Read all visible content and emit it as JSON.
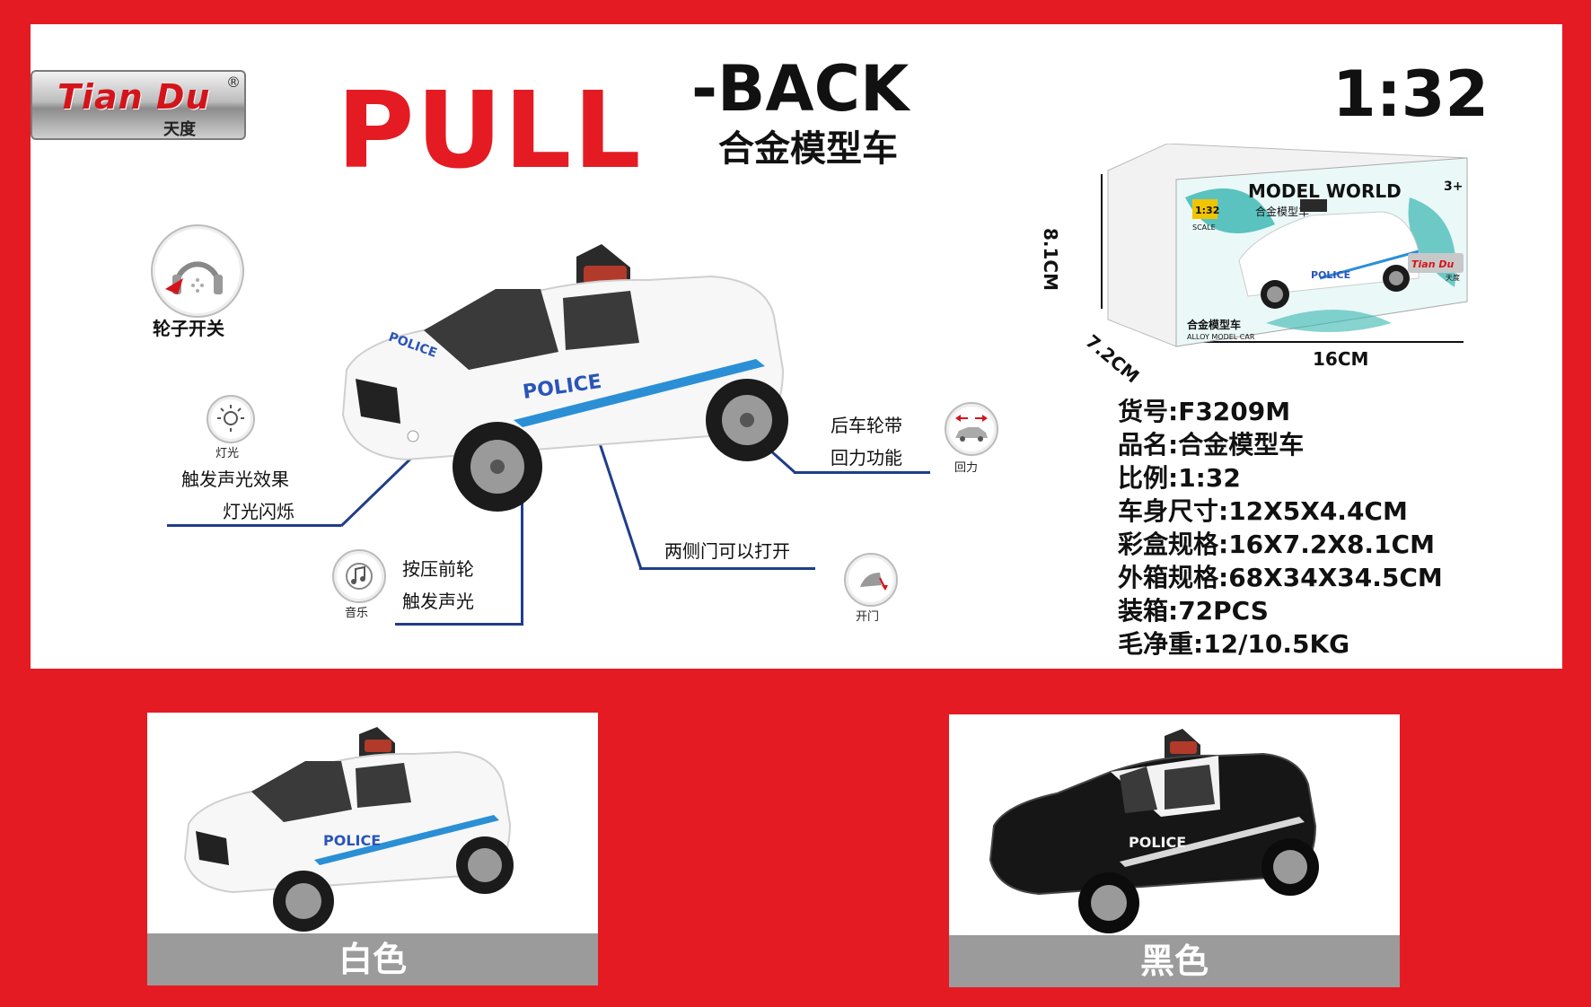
{
  "brand": {
    "logo_text": "Tian Du",
    "logo_cn": "天度",
    "registered": "®"
  },
  "title": {
    "pull": "PULL",
    "back": "-BACK",
    "subtitle_cn": "合金模型车",
    "scale": "1:32"
  },
  "features": {
    "wheel_switch": "轮子开关",
    "light_icon_label": "灯光",
    "light_line1": "触发声光效果",
    "light_line2": "灯光闪烁",
    "music_icon_label": "音乐",
    "press_line1": "按压前轮",
    "press_line2": "触发声光",
    "doors": "两侧门可以打开",
    "door_icon_label": "开门",
    "pullback_line1": "后车轮带",
    "pullback_line2": "回力功能",
    "pullback_icon_label": "回力"
  },
  "car_text": {
    "door": "POLICE",
    "hood": "POLICE"
  },
  "box": {
    "height": "8.1CM",
    "depth": "7.2CM",
    "width": "16CM",
    "header": "MODEL WORLD",
    "sub_cn": "合金模型车",
    "scale_badge": "1:32",
    "scale_word": "SCALE",
    "age": "3+",
    "bottom_cn": "合金模型车",
    "bottom_en": "ALLOY MODEL CAR",
    "logo": "Tian Du",
    "logo_cn": "天度"
  },
  "specs": [
    "货号:F3209M",
    "品名:合金模型车",
    "比例:1:32",
    "车身尺寸:12X5X4.4CM",
    "彩盒规格:16X7.2X8.1CM",
    "外箱规格:68X34X34.5CM",
    "装箱:72PCS",
    "毛净重:12/10.5KG"
  ],
  "colors": {
    "white_label": "白色",
    "black_label": "黑色"
  },
  "palette": {
    "background_red": "#e51b23",
    "stripe_blue": "#2b8fd6",
    "police_text_blue": "#2a55b8",
    "line_navy": "#1f3d8a"
  }
}
